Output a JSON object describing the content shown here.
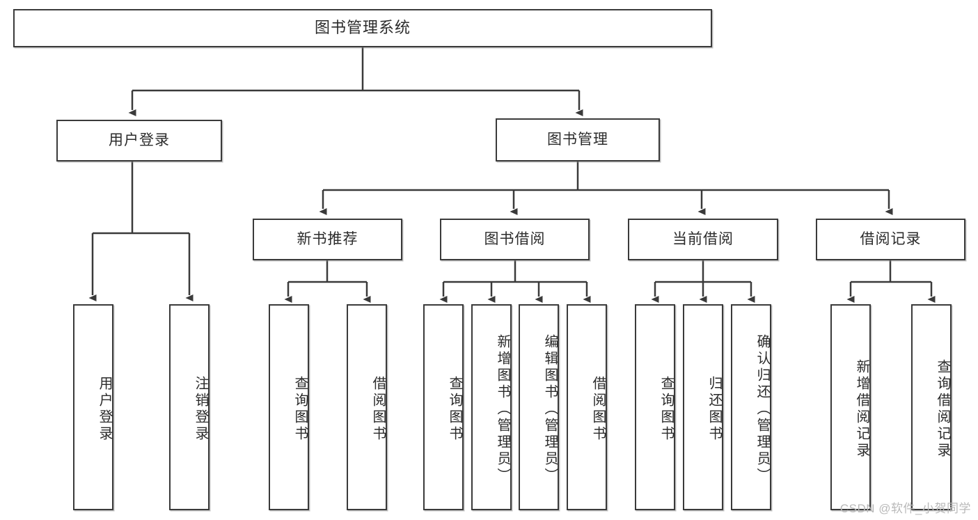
{
  "diagram": {
    "title": "图书管理系统",
    "watermark": "CSDN @软件_小贺同学",
    "line_color": "#3a3a3a",
    "box_fill": "#ffffff",
    "text_color": "#2b2b2b",
    "root": {
      "label": "图书管理系统"
    },
    "level1": [
      {
        "label": "用户登录"
      },
      {
        "label": "图书管理"
      }
    ],
    "level2": [
      {
        "label": "新书推荐"
      },
      {
        "label": "图书借阅"
      },
      {
        "label": "当前借阅"
      },
      {
        "label": "借阅记录"
      }
    ],
    "leaves": {
      "user_login": [
        {
          "label": "用户登录"
        },
        {
          "label": "注销登录"
        }
      ],
      "new_book_recommend": [
        {
          "label": "查询图书"
        },
        {
          "label": "借阅图书"
        }
      ],
      "book_borrow": [
        {
          "label": "查询图书"
        },
        {
          "label": "新增图书（管理员）"
        },
        {
          "label": "编辑图书（管理员）"
        },
        {
          "label": "借阅图书"
        }
      ],
      "current_borrow": [
        {
          "label": "查询图书"
        },
        {
          "label": "归还图书"
        },
        {
          "label": "确认归还（管理员）"
        }
      ],
      "borrow_record": [
        {
          "label": "新增借阅记录"
        },
        {
          "label": "查询借阅记录"
        }
      ]
    }
  }
}
